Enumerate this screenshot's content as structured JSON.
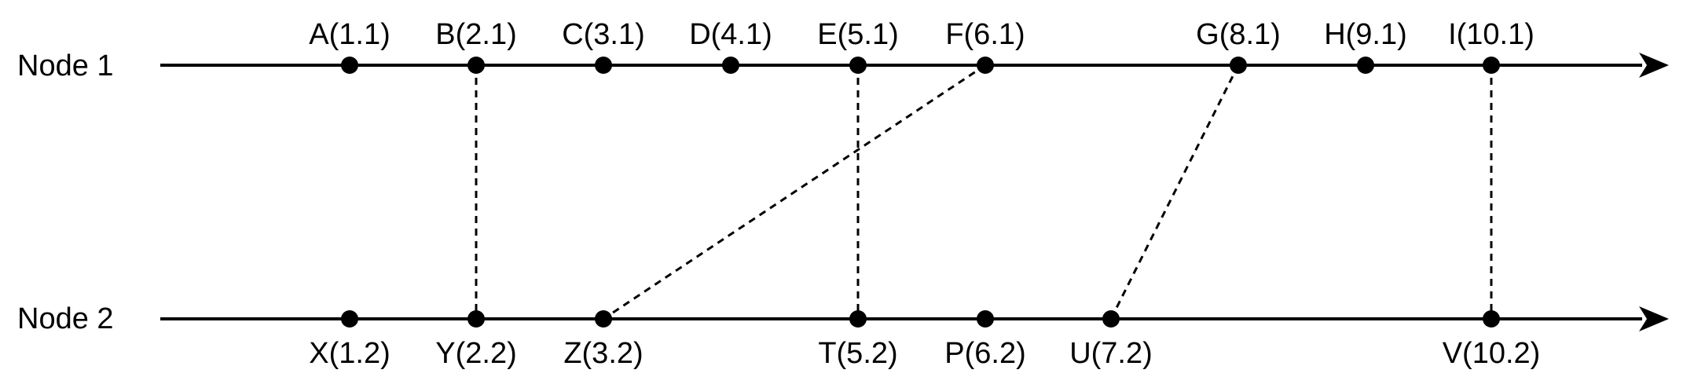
{
  "nodes": [
    {
      "id": "node1",
      "label": "Node 1"
    },
    {
      "id": "node2",
      "label": "Node 2"
    }
  ],
  "events": {
    "node1": [
      {
        "id": "A",
        "label": "A(1.1)"
      },
      {
        "id": "B",
        "label": "B(2.1)"
      },
      {
        "id": "C",
        "label": "C(3.1)"
      },
      {
        "id": "D",
        "label": "D(4.1)"
      },
      {
        "id": "E",
        "label": "E(5.1)"
      },
      {
        "id": "F",
        "label": "F(6.1)"
      },
      {
        "id": "G",
        "label": "G(8.1)"
      },
      {
        "id": "H",
        "label": "H(9.1)"
      },
      {
        "id": "I",
        "label": "I(10.1)"
      }
    ],
    "node2": [
      {
        "id": "X",
        "label": "X(1.2)"
      },
      {
        "id": "Y",
        "label": "Y(2.2)"
      },
      {
        "id": "Z",
        "label": "Z(3.2)"
      },
      {
        "id": "T",
        "label": "T(5.2)"
      },
      {
        "id": "P",
        "label": "P(6.2)"
      },
      {
        "id": "U",
        "label": "U(7.2)"
      },
      {
        "id": "V",
        "label": "V(10.2)"
      }
    ]
  },
  "messages": [
    {
      "from": "B",
      "to": "Y"
    },
    {
      "from": "E",
      "to": "T"
    },
    {
      "from": "F",
      "to": "Z"
    },
    {
      "from": "G",
      "to": "U"
    },
    {
      "from": "I",
      "to": "V"
    }
  ],
  "colors": {
    "line": "#000000",
    "background": "#ffffff"
  }
}
